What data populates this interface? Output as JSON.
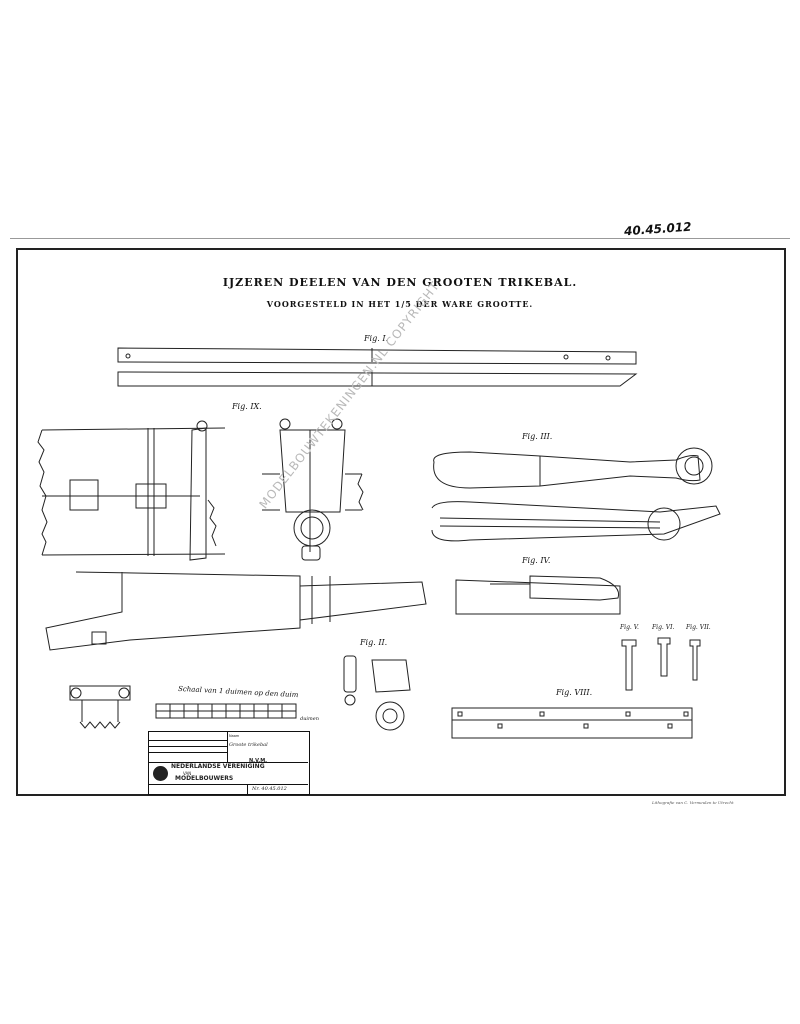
{
  "header": {
    "reference_number": "40.45.012"
  },
  "drawing": {
    "title": "IJZEREN DEELEN VAN DEN GROOTEN TRIKEBAL.",
    "subtitle": "VOORGESTELD IN HET 1/5 DER WARE GROOTTE.",
    "figures": {
      "fig1": "Fig. I.",
      "fig2": "Fig. II.",
      "fig3": "Fig. III.",
      "fig4": "Fig. IV.",
      "fig5": "Fig. V.",
      "fig6": "Fig. VI.",
      "fig7": "Fig. VII.",
      "fig8": "Fig. VIII.",
      "fig9": "Fig. IX."
    },
    "scale_label": "Schaal van 1 duimen op den duim",
    "scale_unit": "duimen",
    "watermark": "MODELBOUWTEKENINGEN.NL COPYRIGHT",
    "printer_credit": "Lithografie van C. Vermeulen te Utrecht"
  },
  "title_block": {
    "organization_line1": "NEDERLANDSE VERENIGING",
    "organization_line2": "VAN",
    "organization_line3": "MODELBOUWERS",
    "name_label": "Naam",
    "drawing_name": "Groote trikebal",
    "kenmerk": "N.V.M.",
    "document_number": "Nr. 40.45.012"
  }
}
